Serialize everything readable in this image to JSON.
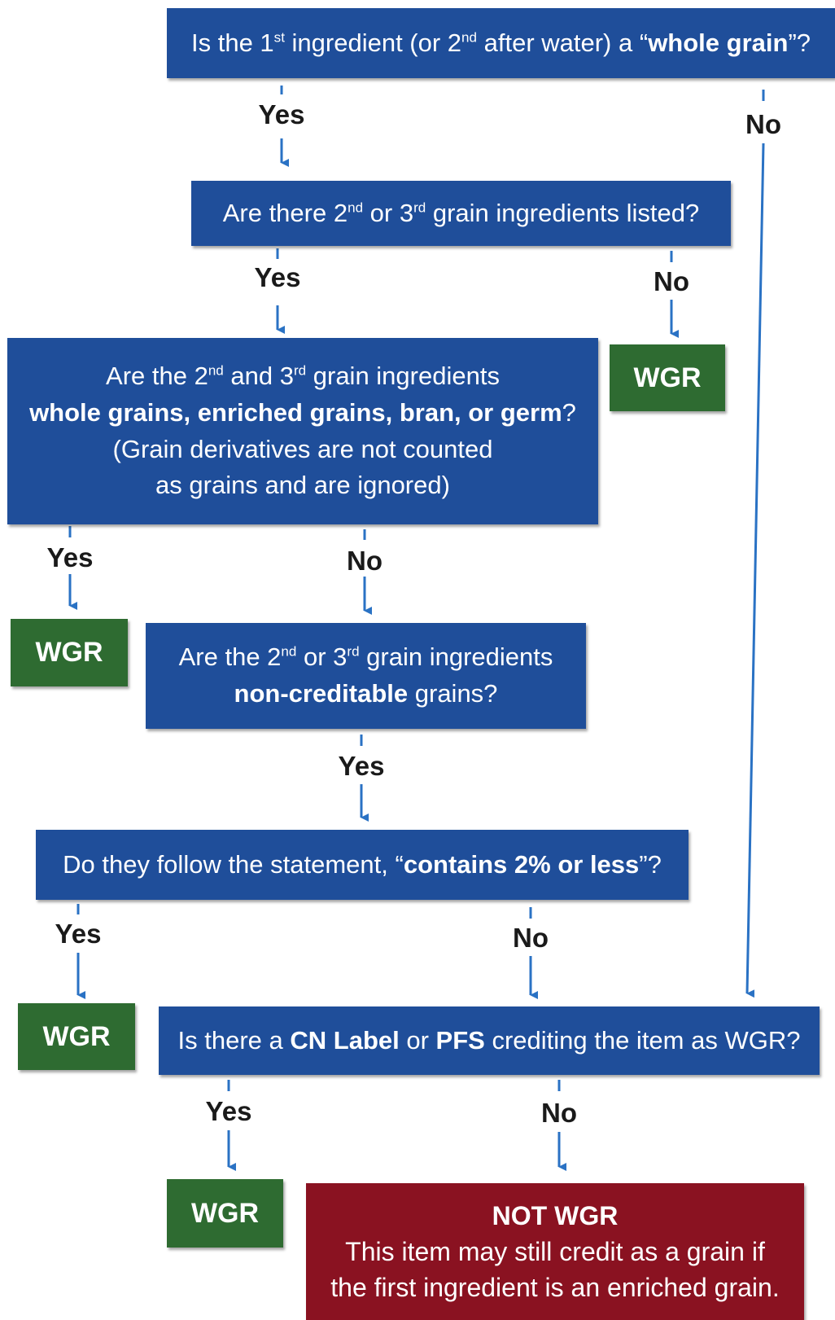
{
  "colors": {
    "question_box": "#1f4e9a",
    "wgr_box": "#2e6b31",
    "not_wgr_box": "#8a1221",
    "arrow": "#2a72c4"
  },
  "q1": {
    "a": "Is the 1",
    "sup1": "st",
    "b": " ingredient (or 2",
    "sup2": "nd",
    "c": " after water) a “",
    "bold": "whole grain",
    "d": "”?"
  },
  "q2": {
    "a": "Are there 2",
    "sup1": "nd",
    "b": " or 3",
    "sup2": "rd",
    "c": " grain ingredients listed?"
  },
  "q3": {
    "a": "Are the 2",
    "sup1": "nd",
    "b": " and 3",
    "sup2": "rd",
    "c": " grain ingredients",
    "bold_line": "whole grains, enriched grains, bran, or germ",
    "bold_suffix": "?",
    "line3": "(Grain derivatives are not counted",
    "line4": "as grains and are ignored)"
  },
  "q4": {
    "a": "Are the 2",
    "sup1": "nd",
    "b": " or 3",
    "sup2": "rd",
    "c": " grain ingredients",
    "bold": "non-creditable",
    "d": " grains?"
  },
  "q5": {
    "a": "Do they follow the statement, “",
    "bold": "contains 2% or less",
    "b": "”?"
  },
  "q6": {
    "a": "Is there a ",
    "bold1": "CN Label",
    "b": " or ",
    "bold2": "PFS",
    "c": " crediting the item as WGR?"
  },
  "wgr_label": "WGR",
  "not_wgr": {
    "title": "NOT WGR",
    "line1": "This item may still credit as a grain if",
    "line2": "the first ingredient is an enriched grain."
  },
  "branch_labels": {
    "yes": "Yes",
    "no": "No"
  }
}
